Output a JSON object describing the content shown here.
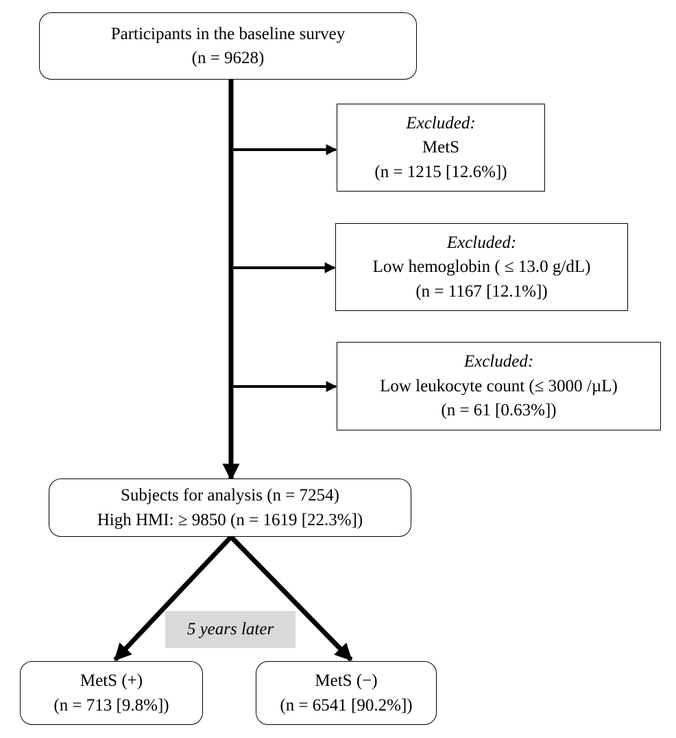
{
  "flow": {
    "baseline": {
      "line1": "Participants in the baseline survey",
      "line2": "(n = 9628)"
    },
    "exclusions": [
      {
        "heading": "Excluded:",
        "line1": "MetS",
        "line2": "(n = 1215 [12.6%])"
      },
      {
        "heading": "Excluded:",
        "line1": "Low hemoglobin ( ≤ 13.0 g/dL)",
        "line2": "(n = 1167 [12.1%])"
      },
      {
        "heading": "Excluded:",
        "line1": "Low leukocyte count (≤ 3000 /µL)",
        "line2": "(n = 61 [0.63%])"
      }
    ],
    "analysis": {
      "line1": "Subjects for analysis (n = 7254)",
      "line2": "High HMI: ≥ 9850 (n = 1619 [22.3%])"
    },
    "followup_label": "5 years later",
    "outcomes": [
      {
        "line1": "MetS (+)",
        "line2": "(n = 713 [9.8%])"
      },
      {
        "line1": "MetS (−)",
        "line2": "(n = 6541 [90.2%])"
      }
    ]
  },
  "colors": {
    "line": "#000000",
    "box_border": "#000000",
    "note_background": "#d9d9d9"
  }
}
